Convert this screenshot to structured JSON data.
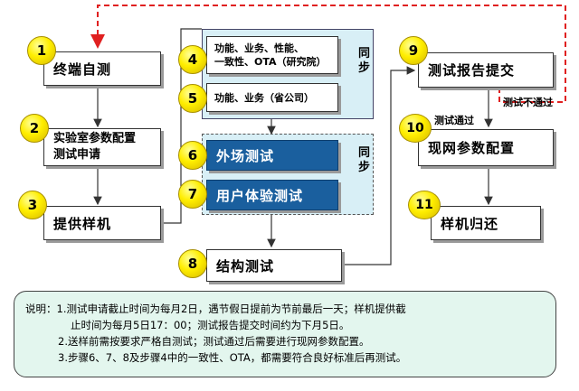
{
  "steps": [
    {
      "num": "1",
      "label": "终端自测"
    },
    {
      "num": "2",
      "label": "实验室参数配置\n测试申请"
    },
    {
      "num": "3",
      "label": "提供样机"
    },
    {
      "num": "4",
      "label": "功能、业务、性能、\n一致性、OTA（研究院）"
    },
    {
      "num": "5",
      "label": "功能、业务（省公司）"
    },
    {
      "num": "6",
      "label": "外场测试"
    },
    {
      "num": "7",
      "label": "用户体验测试"
    },
    {
      "num": "8",
      "label": "结构测试"
    },
    {
      "num": "9",
      "label": "测试报告提交"
    },
    {
      "num": "10",
      "label": "现网参数配置"
    },
    {
      "num": "11",
      "label": "样机归还"
    }
  ],
  "sync_label": "同步",
  "edge_labels": {
    "fail": "测试不通过",
    "pass": "测试通过"
  },
  "explanation": {
    "prefix": "说明：",
    "line1a": "1.测试申请截止时间为每月2日，遇节假日提前为节前最后一天；样机提供截",
    "line1b": "止时间为每月5日17：00；测试报告提交时间约为下月5日。",
    "line2": "2.送样前需按要求严格自测试；测试通过后需要进行现网参数配置。",
    "line3": "3.步骤6、7、8及步骤4中的一致性、OTA，都需要符合良好标准后再测试。"
  },
  "colors": {
    "badge": "#ffee00",
    "blue_box": "#1a5f9e",
    "group_bg": "#d8eff6",
    "note_bg": "#e3f6ee",
    "dashed_return": "#e02020"
  }
}
